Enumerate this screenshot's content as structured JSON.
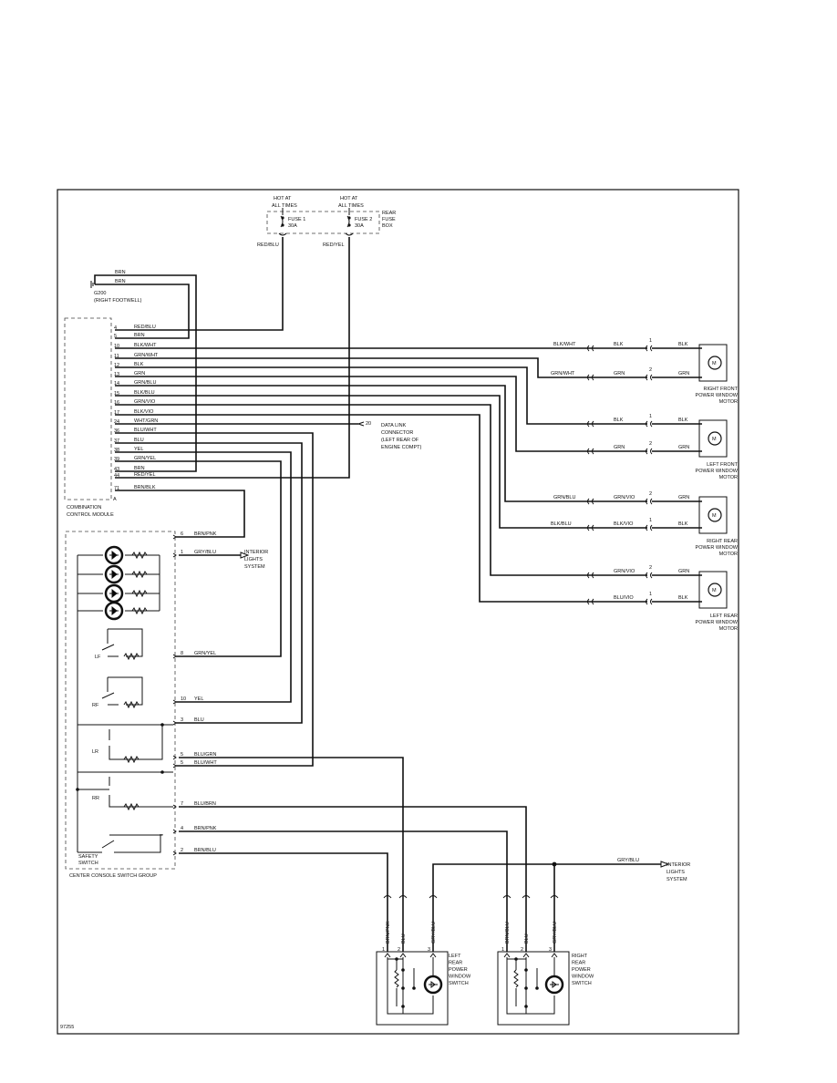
{
  "diagram_id": "97255",
  "fuses": {
    "hot1": [
      "HOT AT",
      "ALL TIMES"
    ],
    "hot2": [
      "HOT AT",
      "ALL TIMES"
    ],
    "fuse1": [
      "FUSE 1",
      "30A"
    ],
    "fuse2": [
      "FUSE 2",
      "30A"
    ],
    "box": [
      "REAR",
      "FUSE",
      "BOX"
    ],
    "wire1": "RED/BLU",
    "wire2": "RED/YEL"
  },
  "ground": {
    "wire_a": "BRN",
    "wire_b": "BRN",
    "label": [
      "G200",
      "(RIGHT FOOTWELL)"
    ]
  },
  "ccm": {
    "label": [
      "COMBINATION",
      "CONTROL MODULE"
    ],
    "pins": [
      {
        "pin": "4",
        "wire": "RED/BLU"
      },
      {
        "pin": "5",
        "wire": "BRN"
      },
      {
        "pin": "10",
        "wire": "BLK/WHT"
      },
      {
        "pin": "11",
        "wire": "GRN/WHT"
      },
      {
        "pin": "12",
        "wire": "BLK"
      },
      {
        "pin": "13",
        "wire": "GRN"
      },
      {
        "pin": "14",
        "wire": "GRN/BLU"
      },
      {
        "pin": "15",
        "wire": "BLK/BLU"
      },
      {
        "pin": "16",
        "wire": "GRN/VIO"
      },
      {
        "pin": "17",
        "wire": "BLK/VIO"
      },
      {
        "pin": "24",
        "wire": "WHT/GRN"
      },
      {
        "pin": "36",
        "wire": "BLU/WHT"
      },
      {
        "pin": "37",
        "wire": "BLU"
      },
      {
        "pin": "38",
        "wire": "YEL"
      },
      {
        "pin": "39",
        "wire": "GRN/YEL"
      },
      {
        "pin": "43",
        "wire": "BRN"
      },
      {
        "pin": "44",
        "wire": "RED/YEL"
      },
      {
        "pin": "71",
        "wire": "BRN/BLK"
      }
    ],
    "extra_pin": "A"
  },
  "dlc": {
    "pin": "20",
    "label": [
      "DATA LINK",
      "CONNECTOR",
      "(LEFT REAR OF",
      "ENGINE COMPT)"
    ]
  },
  "motors": [
    {
      "id": "rf",
      "label": [
        "RIGHT FRONT",
        "POWER WINDOW",
        "MOTOR"
      ],
      "symbol": "M",
      "w1": {
        "ccm": "BLK/WHT",
        "mid": "BLK",
        "pin": "1",
        "end": "BLK"
      },
      "w2": {
        "ccm": "GRN/WHT",
        "mid": "GRN",
        "pin": "2",
        "end": "GRN"
      }
    },
    {
      "id": "lf",
      "label": [
        "LEFT FRONT",
        "POWER WINDOW",
        "MOTOR"
      ],
      "symbol": "M",
      "w1": {
        "mid": "BLK",
        "pin": "1",
        "end": "BLK"
      },
      "w2": {
        "mid": "GRN",
        "pin": "2",
        "end": "GRN"
      }
    },
    {
      "id": "rr",
      "label": [
        "RIGHT REAR",
        "POWER WINDOW",
        "MOTOR"
      ],
      "symbol": "M",
      "w1": {
        "ccm": "GRN/BLU",
        "mid": "GRN/VIO",
        "pin": "2",
        "end": "GRN"
      },
      "w2": {
        "ccm": "BLK/BLU",
        "mid": "BLK/VIO",
        "pin": "1",
        "end": "BLK"
      }
    },
    {
      "id": "lr",
      "label": [
        "LEFT REAR",
        "POWER WINDOW",
        "MOTOR"
      ],
      "symbol": "M",
      "w1": {
        "mid": "GRN/VIO",
        "pin": "2",
        "end": "GRN"
      },
      "w2": {
        "mid": "BLU/VIO",
        "pin": "1",
        "end": "BLK"
      }
    }
  ],
  "csg": {
    "label": "CENTER CONSOLE SWITCH GROUP",
    "pins": [
      {
        "pin": "6",
        "wire": "BRN/PNK"
      },
      {
        "pin": "1",
        "wire": "GRY/BLU"
      },
      {
        "pin": "8",
        "wire": "GRN/YEL"
      },
      {
        "pin": "10",
        "wire": "YEL"
      },
      {
        "pin": "3",
        "wire": "BLU"
      },
      {
        "pin": "5",
        "wire": "BLU/GRN"
      },
      {
        "pin": "5",
        "wire": "BLU/WHT"
      },
      {
        "pin": "7",
        "wire": "BLU/BRN"
      },
      {
        "pin": "4",
        "wire": "BRN/PNK"
      },
      {
        "pin": "2",
        "wire": "BRN/BLU"
      }
    ],
    "interior": [
      "INTERIOR",
      "LIGHTS",
      "SYSTEM"
    ],
    "switches": {
      "lf": "LF",
      "rf": "RF",
      "lr": "LR",
      "rr": "RR",
      "safety": [
        "SAFETY",
        "SWITCH"
      ]
    }
  },
  "interior2": {
    "wire": "GRY/BLU",
    "label": [
      "INTERIOR",
      "LIGHTS",
      "SYSTEM"
    ]
  },
  "rear_switches": [
    {
      "id": "left",
      "label": [
        "LEFT",
        "REAR",
        "POWER",
        "WINDOW",
        "SWITCH"
      ],
      "wires": [
        "BRN/PNK",
        "BLU",
        "GRY/BLU"
      ],
      "pins": [
        "1",
        "2",
        "3"
      ]
    },
    {
      "id": "right",
      "label": [
        "RIGHT",
        "REAR",
        "POWER",
        "WINDOW",
        "SWITCH"
      ],
      "wires": [
        "BRN/BLU",
        "BLU",
        "GRY/BLU"
      ],
      "pins": [
        "1",
        "2",
        "3"
      ]
    }
  ]
}
